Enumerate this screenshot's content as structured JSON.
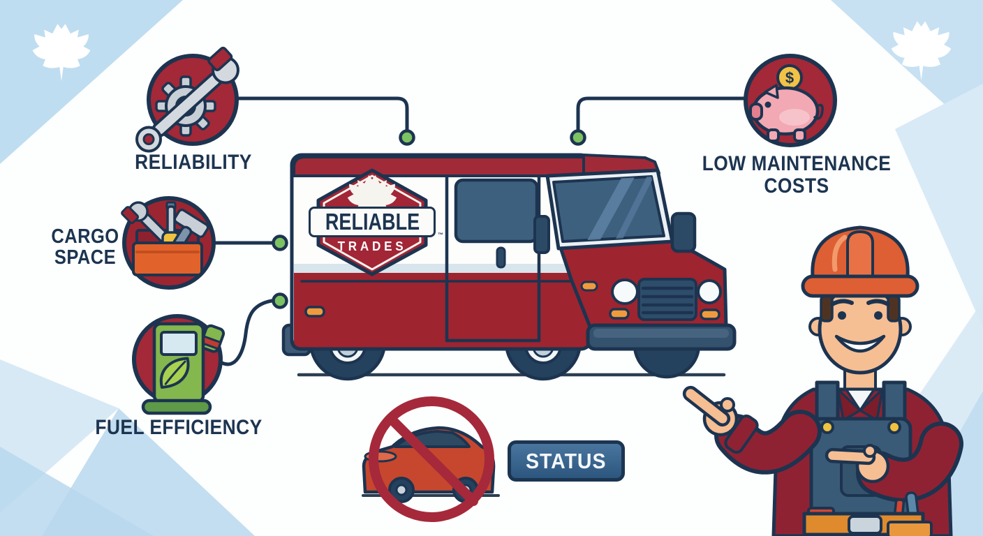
{
  "title": "Reliable Trades vehicle benefits infographic",
  "callouts": [
    {
      "label": "RELIABILITY",
      "icon": "gear-wrench-icon"
    },
    {
      "label_line1": "CARGO",
      "label_line2": "SPACE",
      "icon": "toolbox-icon"
    },
    {
      "label": "FUEL EFFICIENCY",
      "icon": "fuel-pump-leaf-icon"
    },
    {
      "label_line1": "LOW MAINTENANCE",
      "label_line2": "COSTS",
      "icon": "piggy-bank-icon"
    }
  ],
  "truck_logo": {
    "name": "RELIABLE",
    "subtitle": "TRADES",
    "trademark": "™"
  },
  "status_badge": {
    "label": "STATUS"
  },
  "piggy_coin_symbol": "$",
  "colors": {
    "navy_outline": "#1c3450",
    "brand_red": "#a22636",
    "truck_red_dark": "#9e2430",
    "green_dot": "#7cc263",
    "light_blue_bg": "#c6e0f2",
    "steel_blue": "#3e607f",
    "orange_accent": "#f09a3e"
  }
}
